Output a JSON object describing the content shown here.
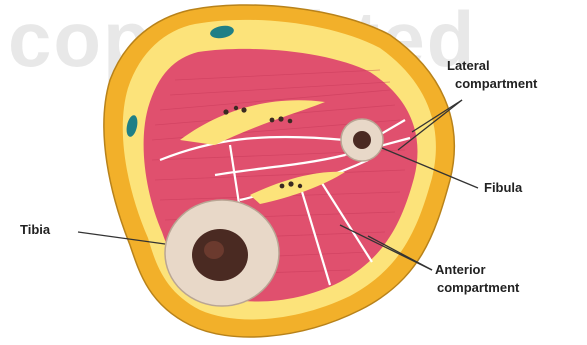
{
  "watermark": "copyrighted",
  "labels": {
    "lateral_line1": "Lateral",
    "lateral_line2": "compartment",
    "fibula": "Fibula",
    "tibia": "Tibia",
    "anterior_line1": "Anterior",
    "anterior_line2": "compartment"
  },
  "colors": {
    "skin": "#f2b02a",
    "fat": "#fce37a",
    "muscle": "#e0506e",
    "bone_cortex": "#e8d8c8",
    "marrow": "#4a2a22",
    "vessel": "#1f7f86",
    "leader_line": "#333333"
  }
}
